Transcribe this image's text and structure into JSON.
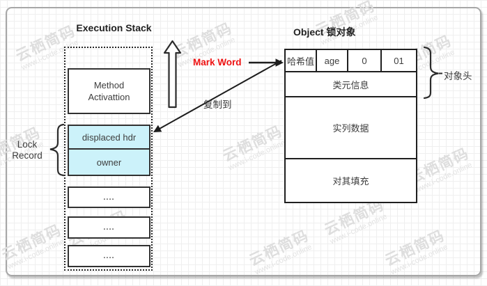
{
  "watermark": {
    "brand": "云栖简码",
    "site": "www.i-code.online"
  },
  "execution_stack": {
    "title": "Execution Stack",
    "method_frame": {
      "line1": "Method",
      "line2": "Activattion"
    },
    "displaced_hdr": "displaced hdr",
    "owner": "owner",
    "placeholder": "....",
    "lock_record": {
      "line1": "Lock",
      "line2": "Record"
    }
  },
  "object_struct": {
    "title": "Object 锁对象",
    "mark_word_cells": [
      "哈希值",
      "age",
      "0",
      "01"
    ],
    "class_info": "类元信息",
    "instance_data": "实列数据",
    "padding": "对其填充",
    "header_brace_label": "对象头"
  },
  "annotations": {
    "mark_word": "Mark Word",
    "copy_to": "复制到"
  },
  "colors": {
    "highlight_cyan": "#ccf2fa",
    "mark_word_red": "#ee1111",
    "stroke_dark": "#2b2b2b"
  }
}
